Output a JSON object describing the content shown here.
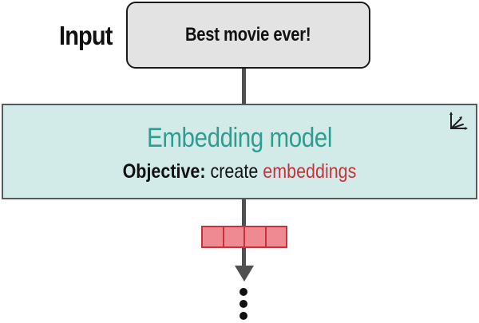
{
  "input": {
    "label": "Input",
    "text": "Best movie ever!"
  },
  "model": {
    "title": "Embedding model",
    "objective_key": "Objective:",
    "objective_text": "create",
    "objective_highlight": "embeddings",
    "icon": "axes-icon"
  },
  "output": {
    "vector_cells": 4,
    "continuation": "ellipsis-vertical"
  },
  "colors": {
    "input_fill": "#e3e3e3",
    "model_fill": "#d3ebe8",
    "model_title": "#2b9e91",
    "embedding_red": "#c7333b",
    "embedding_fill": "#f08a92",
    "connector": "#505050"
  }
}
